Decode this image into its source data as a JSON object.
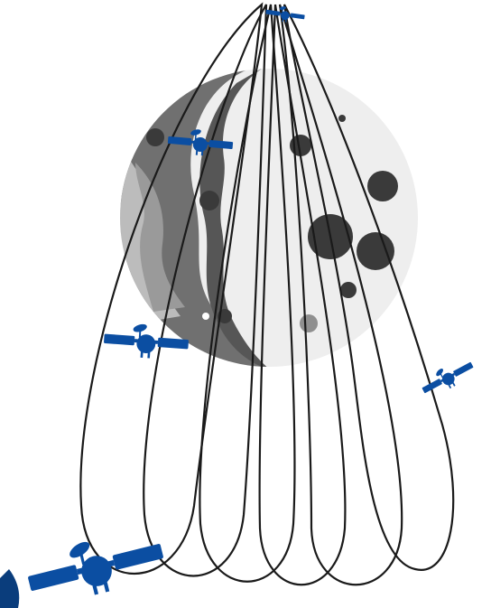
{
  "illustration": {
    "subject": "moon-with-satellite-orbits",
    "colors": {
      "background": "#ffffff",
      "moon_light": "#eeeeee",
      "moon_shadow": "#c8c8c8",
      "moon_dark": "#6f6f6f",
      "crater": "#3c3c3c",
      "crater_gray": "#8a8a8a",
      "orbit_line": "#1a1a1a",
      "satellite": "#0b4ea2",
      "corner_accent": "#0a3d7c"
    },
    "satellites": [
      {
        "name": "satellite-top",
        "icon": "satellite-icon"
      },
      {
        "name": "satellite-upper-left",
        "icon": "satellite-icon"
      },
      {
        "name": "satellite-middle-left",
        "icon": "satellite-icon"
      },
      {
        "name": "satellite-right",
        "icon": "satellite-icon"
      },
      {
        "name": "satellite-bottom-left",
        "icon": "satellite-icon"
      }
    ],
    "orbit_count": 6
  }
}
